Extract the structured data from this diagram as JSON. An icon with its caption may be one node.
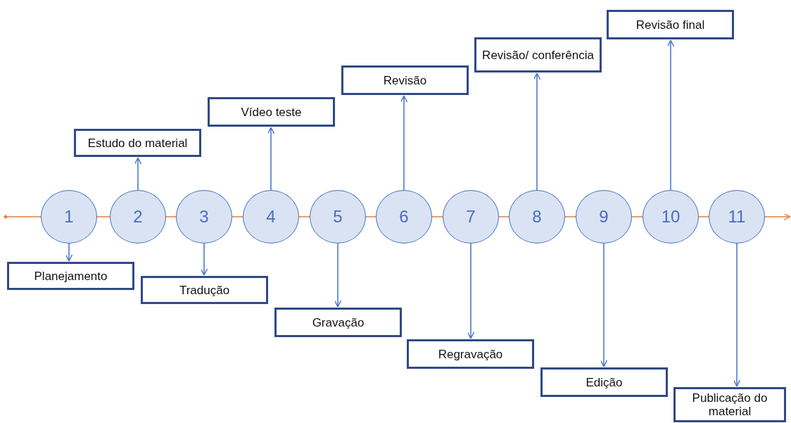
{
  "diagram": {
    "nodes": [
      {
        "text": [
          "1"
        ]
      },
      {
        "text": [
          "2"
        ]
      },
      {
        "text": [
          "3"
        ]
      },
      {
        "text": [
          "4"
        ]
      },
      {
        "text": [
          "5"
        ]
      },
      {
        "text": [
          "6"
        ]
      },
      {
        "text": [
          "7"
        ]
      },
      {
        "text": [
          "8"
        ]
      },
      {
        "text": [
          "9"
        ]
      },
      {
        "text": [
          "10"
        ]
      },
      {
        "text": [
          "11"
        ]
      },
      {
        "text": [
          "Planejamento"
        ]
      },
      {
        "text": [
          "Estudo do material"
        ]
      },
      {
        "text": [
          "Tradução"
        ]
      },
      {
        "text": [
          "Vídeo teste"
        ]
      },
      {
        "text": [
          "Gravação"
        ]
      },
      {
        "text": [
          "Revisão"
        ]
      },
      {
        "text": [
          "Regravação"
        ]
      },
      {
        "text": [
          "Revisão/ conferência"
        ]
      },
      {
        "text": [
          "Edição"
        ]
      },
      {
        "text": [
          "Revisão final"
        ]
      },
      {
        "text": [
          "Publicação do material"
        ]
      }
    ],
    "edges": [
      {
        "from": null,
        "to": 0,
        "arrow": "other",
        "color": "#e0803a"
      },
      {
        "from": 0,
        "to": 1,
        "arrow": "none",
        "color": "#e0803a"
      },
      {
        "from": 1,
        "to": 2,
        "arrow": "none",
        "color": "#e0803a"
      },
      {
        "from": 2,
        "to": 3,
        "arrow": "none",
        "color": "#e0803a"
      },
      {
        "from": 3,
        "to": 4,
        "arrow": "none",
        "color": "#e0803a"
      },
      {
        "from": 4,
        "to": 5,
        "arrow": "none",
        "color": "#e0803a"
      },
      {
        "from": 5,
        "to": 6,
        "arrow": "none",
        "color": "#e0803a"
      },
      {
        "from": 6,
        "to": 7,
        "arrow": "none",
        "color": "#e0803a"
      },
      {
        "from": 7,
        "to": 8,
        "arrow": "none",
        "color": "#e0803a"
      },
      {
        "from": 8,
        "to": 9,
        "arrow": "none",
        "color": "#e0803a"
      },
      {
        "from": 9,
        "to": 10,
        "arrow": "none",
        "color": "#e0803a"
      },
      {
        "from": 10,
        "to": null,
        "arrow": "to",
        "color": "#e0803a"
      },
      {
        "from": 0,
        "to": 11,
        "arrow": "to",
        "color": "#4472c4"
      },
      {
        "from": 1,
        "to": 12,
        "arrow": "to",
        "color": "#4472c4"
      },
      {
        "from": 2,
        "to": 13,
        "arrow": "to",
        "color": "#4472c4"
      },
      {
        "from": 3,
        "to": 14,
        "arrow": "to",
        "color": "#4472c4"
      },
      {
        "from": 4,
        "to": 15,
        "arrow": "to",
        "color": "#4472c4"
      },
      {
        "from": 5,
        "to": 16,
        "arrow": "to",
        "color": "#4472c4"
      },
      {
        "from": 6,
        "to": 17,
        "arrow": "to",
        "color": "#4472c4"
      },
      {
        "from": 7,
        "to": 18,
        "arrow": "to",
        "color": "#4472c4"
      },
      {
        "from": 8,
        "to": 19,
        "arrow": "to",
        "color": "#4472c4"
      },
      {
        "from": 9,
        "to": 20,
        "arrow": "to",
        "color": "#4472c4"
      },
      {
        "from": 10,
        "to": 21,
        "arrow": "to",
        "color": "#4472c4"
      }
    ]
  }
}
